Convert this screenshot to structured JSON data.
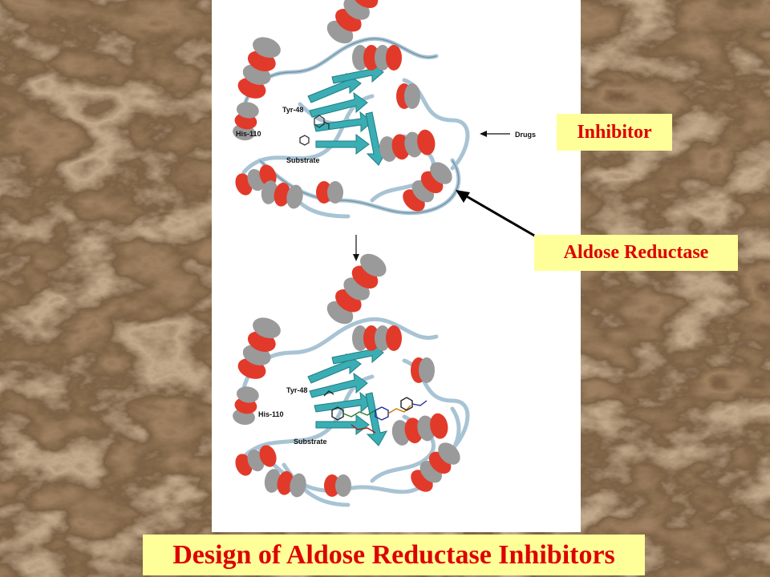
{
  "slide": {
    "title": "Design of Aldose Reductase Inhibitors",
    "callouts": {
      "inhibitor": "Inhibitor",
      "aldose_reductase": "Aldose Reductase"
    },
    "figure": {
      "top_structure": {
        "label_tyr": "Tyr-48",
        "label_his": "His-110",
        "label_substrate": "Substrate",
        "label_drugs": "Drugs"
      },
      "bottom_structure": {
        "label_tyr": "Tyr-48",
        "label_his": "His-110",
        "label_substrate": "Substrate"
      }
    }
  },
  "colors": {
    "marble_base": "#4a2e1a",
    "callout_fill": "#ffff99",
    "callout_text": "#dd0000",
    "helix": "#e23a2a",
    "sheet": "#3aaeb4",
    "coil": "#a8c4d4"
  },
  "icons": [
    "arrow-right-icon",
    "arrow-down-icon",
    "arrow-left-icon"
  ]
}
